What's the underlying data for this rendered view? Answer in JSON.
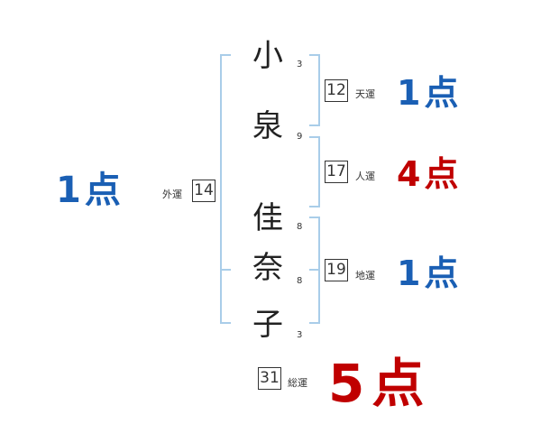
{
  "name": {
    "surname": [
      {
        "char": "小",
        "strokes": "3"
      },
      {
        "char": "泉",
        "strokes": "9"
      }
    ],
    "given": [
      {
        "char": "佳",
        "strokes": "8"
      },
      {
        "char": "奈",
        "strokes": "8"
      },
      {
        "char": "子",
        "strokes": "3"
      }
    ]
  },
  "fortunes": {
    "ten": {
      "label": "天運",
      "value": "12",
      "score": "1点",
      "color": "#1a5fb4"
    },
    "jin": {
      "label": "人運",
      "value": "17",
      "score": "4点",
      "color": "#c00000"
    },
    "chi": {
      "label": "地運",
      "value": "19",
      "score": "1点",
      "color": "#1a5fb4"
    },
    "gai": {
      "label": "外運",
      "value": "14",
      "score": "1点",
      "color": "#1a5fb4"
    },
    "sou": {
      "label": "総運",
      "value": "31",
      "score": "5点",
      "color": "#c00000"
    }
  },
  "colors": {
    "bracket": "#a9cde9",
    "blue": "#1a5fb4",
    "red": "#c00000"
  }
}
